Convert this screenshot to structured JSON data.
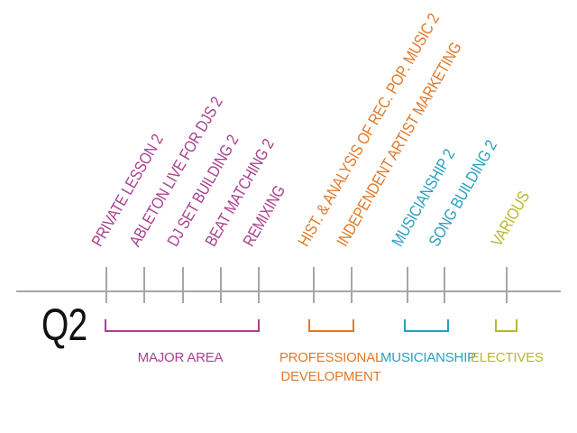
{
  "quarter": "Q2",
  "colors": {
    "major_area": "#a8418f",
    "professional_development": "#e07a2b",
    "musicianship": "#2a9fc0",
    "electives": "#b9b82c",
    "axis": "#a6a6a6",
    "quarter": "#111111"
  },
  "courses": [
    {
      "label": "PRIVATE LESSON 2",
      "group": "major_area"
    },
    {
      "label": "ABLETON LIVE FOR DJS 2",
      "group": "major_area"
    },
    {
      "label": "DJ SET BUILDING 2",
      "group": "major_area"
    },
    {
      "label": "BEAT MATCHING 2",
      "group": "major_area"
    },
    {
      "label": "REMIXING",
      "group": "major_area"
    },
    {
      "label": "HIST. & ANALYSIS OF REC. POP. MUSIC 2",
      "group": "professional_development"
    },
    {
      "label": "INDEPENDENT ARTIST MARKETING",
      "group": "professional_development"
    },
    {
      "label": "MUSICIANSHIP 2",
      "group": "musicianship"
    },
    {
      "label": "SONG BUILDING 2",
      "group": "musicianship"
    },
    {
      "label": "VARIOUS",
      "group": "electives"
    }
  ],
  "groups": {
    "major_area": "MAJOR AREA",
    "professional_development": [
      "PROFESSIONAL",
      "DEVELOPMENT"
    ],
    "musicianship": "MUSICIANSHIP",
    "electives": "ELECTIVES"
  }
}
